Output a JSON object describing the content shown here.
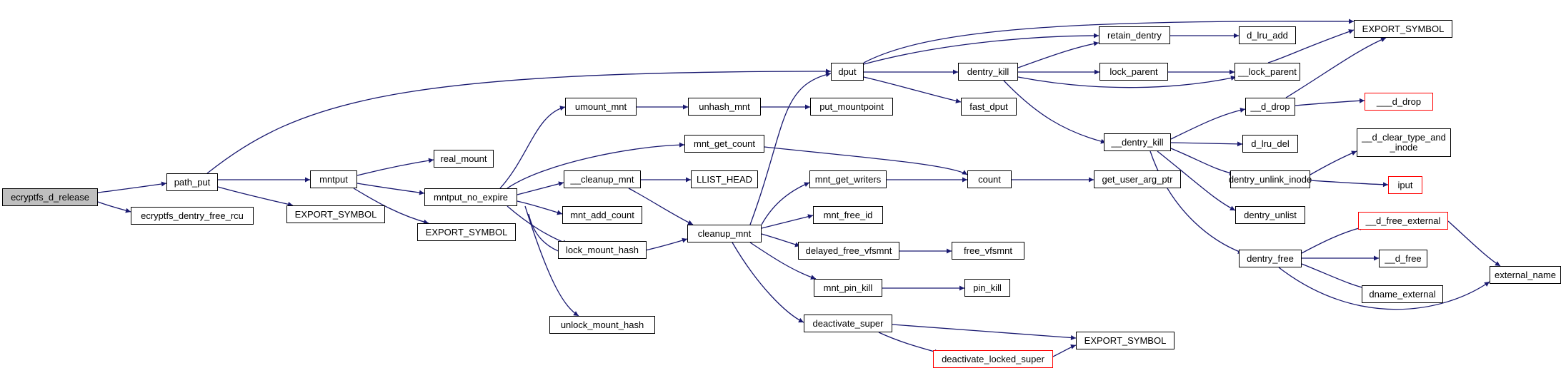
{
  "colors": {
    "edge": "#191970",
    "node_border": "#000000",
    "red_border": "#ff0000",
    "root_fill": "#bfbfbf"
  },
  "nodes": {
    "n_ecryptfs_d_release": "ecryptfs_d_release",
    "n_path_put": "path_put",
    "n_ecryptfs_dentry_free_rcu": "ecryptfs_dentry_free_rcu",
    "n_dput": "dput",
    "n_mntput": "mntput",
    "n_export_symbol_1": "EXPORT_SYMBOL",
    "n_real_mount": "real_mount",
    "n_mntput_no_expire": "mntput_no_expire",
    "n_export_symbol_2": "EXPORT_SYMBOL",
    "n_umount_mnt": "umount_mnt",
    "n_mnt_get_count": "mnt_get_count",
    "n_cleanup_mnt_internal": "__cleanup_mnt",
    "n_mnt_add_count": "mnt_add_count",
    "n_lock_mount_hash": "lock_mount_hash",
    "n_unlock_mount_hash": "unlock_mount_hash",
    "n_unhash_mnt": "unhash_mnt",
    "n_llist_head": "LLIST_HEAD",
    "n_cleanup_mnt": "cleanup_mnt",
    "n_put_mountpoint": "put_mountpoint",
    "n_dentry_kill": "dentry_kill",
    "n_fast_dput": "fast_dput",
    "n_mnt_get_writers": "mnt_get_writers",
    "n_mnt_free_id": "mnt_free_id",
    "n_delayed_free_vfsmnt": "delayed_free_vfsmnt",
    "n_mnt_pin_kill": "mnt_pin_kill",
    "n_deactivate_super": "deactivate_super",
    "n_retain_dentry": "retain_dentry",
    "n_lock_parent": "lock_parent",
    "n_dentry_kill_internal": "__dentry_kill",
    "n_count": "count",
    "n_free_vfsmnt": "free_vfsmnt",
    "n_pin_kill": "pin_kill",
    "n_deactivate_locked_super": "deactivate_locked_super",
    "n_export_symbol_3": "EXPORT_SYMBOL",
    "n_d_lru_add": "d_lru_add",
    "n_lock_parent_internal": "__lock_parent",
    "n_get_user_arg_ptr": "get_user_arg_ptr",
    "n_export_symbol_4": "EXPORT_SYMBOL",
    "n_d_drop_internal": "__d_drop",
    "n_d_lru_del": "d_lru_del",
    "n_dentry_unlink_inode": "dentry_unlink_inode",
    "n_dentry_unlist": "dentry_unlist",
    "n_dentry_free": "dentry_free",
    "n_d_drop_red": "___d_drop",
    "n_d_clear_type_and_inode": "__d_clear_type_and\n_inode",
    "n_iput": "iput",
    "n_d_free_external": "__d_free_external",
    "n_d_free": "__d_free",
    "n_dname_external": "dname_external",
    "n_external_name": "external_name"
  }
}
